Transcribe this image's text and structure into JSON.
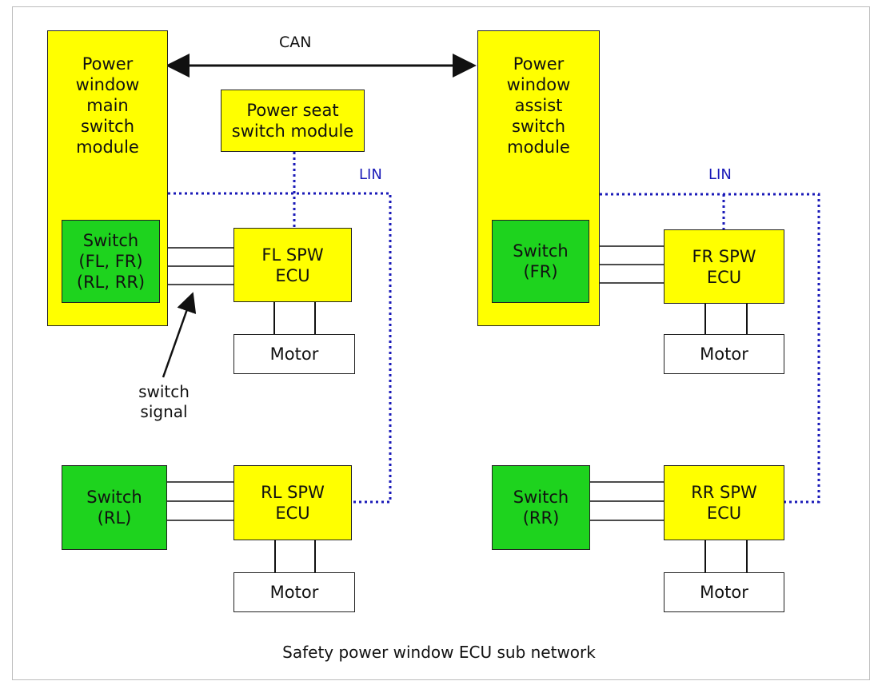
{
  "colors": {
    "module": "#ffff00",
    "switch": "#1ed31e",
    "lin_bus": "#1a1ab8",
    "wire": "#111111"
  },
  "can_label": "CAN",
  "lin_label_left": "LIN",
  "lin_label_right": "LIN",
  "main_module": "Power\nwindow\nmain\nswitch\nmodule",
  "assist_module": "Power\nwindow\nassist\nswitch\nmodule",
  "seat_module": "Power seat\nswitch module",
  "switch_main": "Switch\n(FL, FR)\n(RL, RR)",
  "switch_fr": "Switch\n(FR)",
  "switch_rl": "Switch\n(RL)",
  "switch_rr": "Switch\n(RR)",
  "fl_ecu": "FL SPW\nECU",
  "fr_ecu": "FR SPW\nECU",
  "rl_ecu": "RL SPW\nECU",
  "rr_ecu": "RR SPW\nECU",
  "motor_label": "Motor",
  "switch_signal_label": "switch\nsignal",
  "caption": "Safety power window ECU sub network"
}
